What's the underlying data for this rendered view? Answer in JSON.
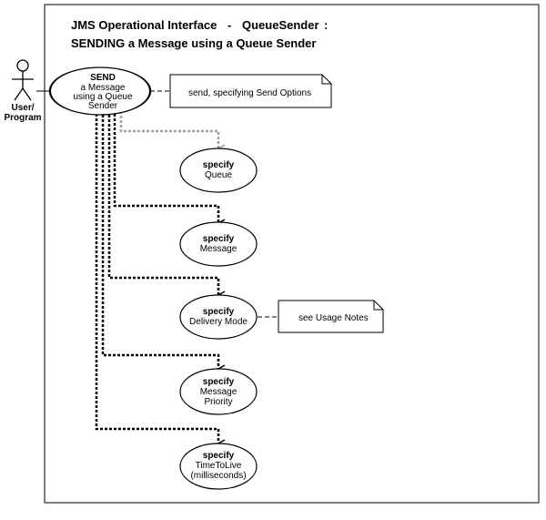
{
  "title": {
    "line1_part1": "JMS Operational Interface",
    "line1_sep": "-",
    "line1_part2": "QueueSender",
    "line1_colon": ":",
    "line2": "SENDING a Message using a Queue Sender"
  },
  "actor": {
    "label_line1": "User/",
    "label_line2": "Program"
  },
  "main_use_case": {
    "line1": "SEND",
    "line2": "a Message",
    "line3": "using a Queue",
    "line4": "Sender"
  },
  "notes": {
    "send_note": "send, specifying Send Options",
    "usage_note": "see Usage Notes"
  },
  "sub_use_cases": [
    {
      "line1": "specify",
      "line2": "Queue",
      "line3": ""
    },
    {
      "line1": "specify",
      "line2": "Message",
      "line3": ""
    },
    {
      "line1": "specify",
      "line2": "Delivery Mode",
      "line3": ""
    },
    {
      "line1": "specify",
      "line2": "Message",
      "line3": "Priority"
    },
    {
      "line1": "specify",
      "line2": "TimeToLive",
      "line3": "(milliseconds)"
    }
  ],
  "colors": {
    "line": "#000000",
    "optional_link": "#a0a0a0",
    "background": "#ffffff"
  }
}
